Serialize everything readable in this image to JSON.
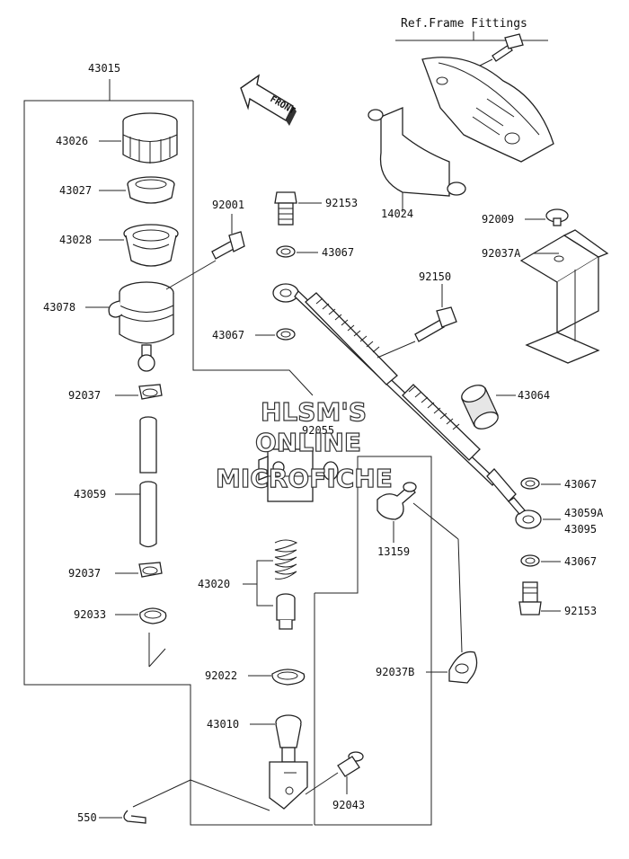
{
  "diagram": {
    "ref_note": "Ref.Frame Fittings",
    "direction_label": "FRONT",
    "watermark": [
      "HLSM'S",
      "ONLINE",
      "MICROFICHE"
    ],
    "part_numbers": {
      "assembly": "43015",
      "cap": "43026",
      "diaphragm_plate": "43027",
      "diaphragm": "43028",
      "reservoir": "43078",
      "clamp_upper_left": "92037",
      "hose": "43059",
      "clamp_lower_left": "92037",
      "circlip": "92033",
      "bolt_reservoir": "92001",
      "banjo_bolt_top": "92153",
      "gasket_top_a": "43067",
      "gasket_top_b": "43067",
      "bolt_cover": "92150",
      "master_cylinder": "92055",
      "spring": "43020",
      "snap_ring": "92022",
      "push_rod": "43010",
      "cotter_pin": "550",
      "pin": "92043",
      "cover": "14024",
      "screw": "92009",
      "bracket": "92037A",
      "damper": "43064",
      "gasket_right_a": "43067",
      "brake_hose_a": "43059A",
      "brake_hose_b": "43095",
      "gasket_right_b": "43067",
      "banjo_bolt_bottom": "92153",
      "fitting": "13159",
      "clamp_right": "92037B"
    }
  }
}
